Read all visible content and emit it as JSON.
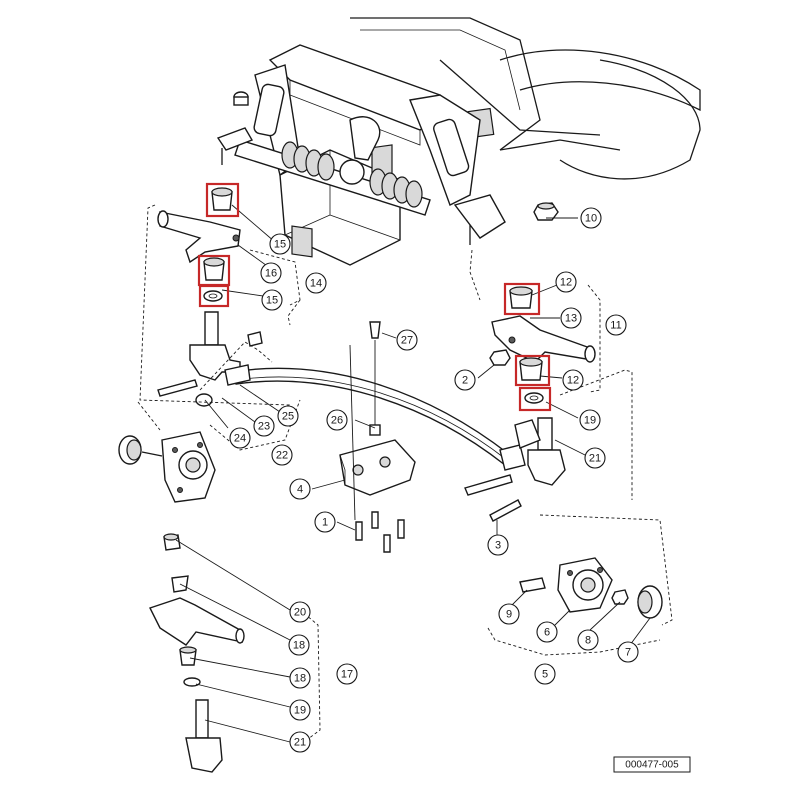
{
  "callouts": [
    {
      "id": "c1",
      "label": "1"
    },
    {
      "id": "c2",
      "label": "2"
    },
    {
      "id": "c3",
      "label": "3"
    },
    {
      "id": "c4",
      "label": "4"
    },
    {
      "id": "c5",
      "label": "5"
    },
    {
      "id": "c6",
      "label": "6"
    },
    {
      "id": "c7",
      "label": "7"
    },
    {
      "id": "c8",
      "label": "8"
    },
    {
      "id": "c9",
      "label": "9"
    },
    {
      "id": "c10",
      "label": "10"
    },
    {
      "id": "c11",
      "label": "11"
    },
    {
      "id": "c12a",
      "label": "12"
    },
    {
      "id": "c12b",
      "label": "12"
    },
    {
      "id": "c13",
      "label": "13"
    },
    {
      "id": "c14",
      "label": "14"
    },
    {
      "id": "c15a",
      "label": "15"
    },
    {
      "id": "c15b",
      "label": "15"
    },
    {
      "id": "c16",
      "label": "16"
    },
    {
      "id": "c17",
      "label": "17"
    },
    {
      "id": "c18a",
      "label": "18"
    },
    {
      "id": "c18b",
      "label": "18"
    },
    {
      "id": "c19a",
      "label": "19"
    },
    {
      "id": "c19b",
      "label": "19"
    },
    {
      "id": "c20",
      "label": "20"
    },
    {
      "id": "c21a",
      "label": "21"
    },
    {
      "id": "c21b",
      "label": "21"
    },
    {
      "id": "c22",
      "label": "22"
    },
    {
      "id": "c23",
      "label": "23"
    },
    {
      "id": "c24",
      "label": "24"
    },
    {
      "id": "c25",
      "label": "25"
    },
    {
      "id": "c26",
      "label": "26"
    },
    {
      "id": "c27",
      "label": "27"
    }
  ],
  "document_id": "000477-005",
  "colors": {
    "highlight": "#c62828",
    "line": "#1a1a1a",
    "background": "#ffffff"
  }
}
